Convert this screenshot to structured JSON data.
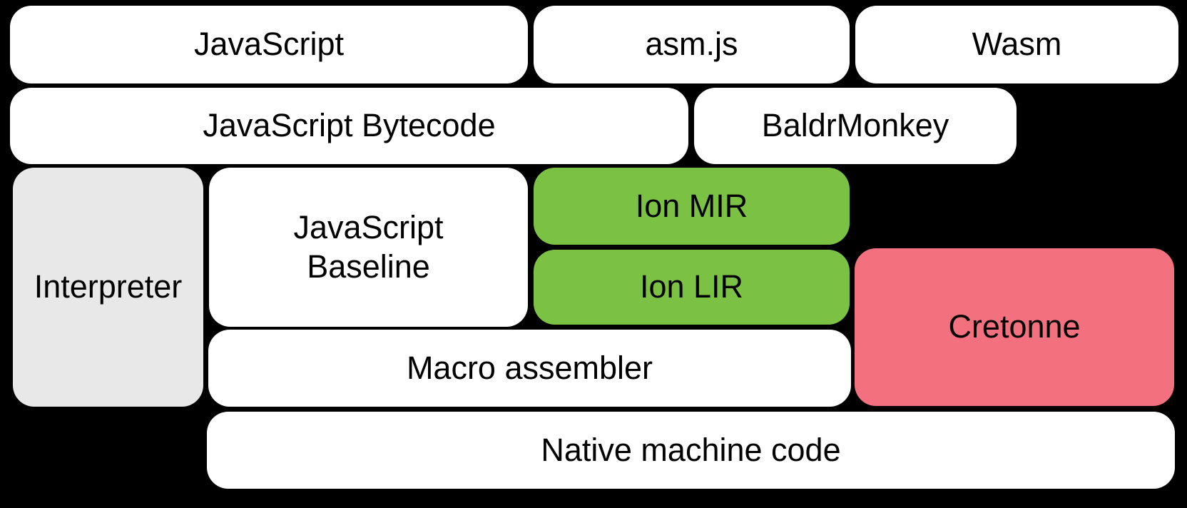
{
  "colors": {
    "background": "#000000",
    "box_white": "#ffffff",
    "box_gray": "#e8e8e8",
    "box_green": "#7bc143",
    "box_pink": "#f3707e",
    "text": "#000000"
  },
  "boxes": {
    "javascript": {
      "label": "JavaScript",
      "color": "#ffffff"
    },
    "asmjs": {
      "label": "asm.js",
      "color": "#ffffff"
    },
    "wasm": {
      "label": "Wasm",
      "color": "#ffffff"
    },
    "js_bytecode": {
      "label": "JavaScript Bytecode",
      "color": "#ffffff"
    },
    "baldrmonkey": {
      "label": "BaldrMonkey",
      "color": "#ffffff"
    },
    "interpreter": {
      "label": "Interpreter",
      "color": "#e8e8e8"
    },
    "js_baseline": {
      "label": "JavaScript\nBaseline",
      "color": "#ffffff"
    },
    "ion_mir": {
      "label": "Ion MIR",
      "color": "#7bc143"
    },
    "ion_lir": {
      "label": "Ion LIR",
      "color": "#7bc143"
    },
    "cretonne": {
      "label": "Cretonne",
      "color": "#f3707e"
    },
    "macro_assembler": {
      "label": "Macro assembler",
      "color": "#ffffff"
    },
    "native_code": {
      "label": "Native machine code",
      "color": "#ffffff"
    }
  }
}
